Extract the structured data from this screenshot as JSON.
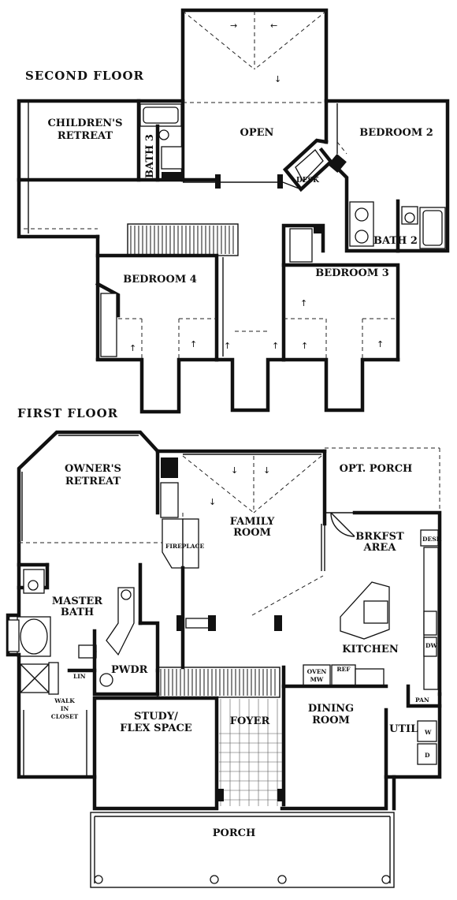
{
  "floors": {
    "second": {
      "title": "SECOND FLOOR",
      "rooms": {
        "childrens_retreat": [
          "CHILDREN'S",
          "RETREAT"
        ],
        "bath3": "BATH 3",
        "open": "OPEN",
        "desk": "DESK",
        "bedroom2": "BEDROOM 2",
        "bath2": "BATH 2",
        "bedroom4": "BEDROOM 4",
        "bedroom3": "BEDROOM 3"
      }
    },
    "first": {
      "title": "FIRST FLOOR",
      "rooms": {
        "owners_retreat": [
          "OWNER'S",
          "RETREAT"
        ],
        "family_room": [
          "FAMILY",
          "ROOM"
        ],
        "opt_porch": "OPT. PORCH",
        "brkfst_area": [
          "BRKFST",
          "AREA"
        ],
        "desk": "DESK",
        "fireplace": "FIREPLACE",
        "master_bath": [
          "MASTER",
          "BATH"
        ],
        "kitchen": "KITCHEN",
        "dw": "DW",
        "pwdr": "PWDR",
        "lin": "LIN",
        "walk_in_closet": [
          "WALK",
          "IN",
          "CLOSET"
        ],
        "oven_mw": [
          "OVEN",
          "MW"
        ],
        "ref": "REF",
        "pan": "PAN",
        "util": "UTIL",
        "washer": "W",
        "dryer": "D",
        "study": [
          "STUDY/",
          "FLEX SPACE"
        ],
        "foyer": "FOYER",
        "dining_room": [
          "DINING",
          "ROOM"
        ],
        "porch": "PORCH"
      }
    }
  }
}
